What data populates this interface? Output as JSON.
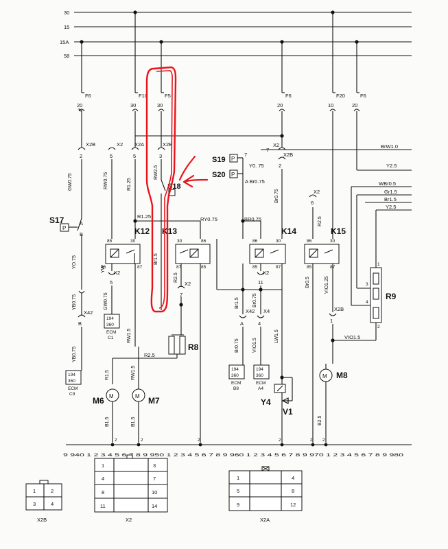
{
  "rails": [
    "30",
    "15",
    "15A",
    "58"
  ],
  "fuses": {
    "F6_a": {
      "name": "F6",
      "rating": "20"
    },
    "F10": {
      "name": "F10",
      "rating": "30"
    },
    "F5": {
      "name": "F5",
      "rating": "30"
    },
    "F6_b": {
      "name": "F6",
      "rating": "20"
    },
    "F20": {
      "name": "F20",
      "rating": "10"
    },
    "F6_c": {
      "name": "F6",
      "rating": "20"
    }
  },
  "connectors": {
    "x2b_1": "X2B",
    "x2b_1_pin": "2",
    "x2_1": "X2",
    "x2_1_pin": "5",
    "x2a_1": "X2A",
    "x2a_1_pin": "5",
    "x2b_2": "X2B",
    "x2b_2_pin": "3",
    "x2_top": "X2",
    "x2_top_pin": "7",
    "x2b_3": "X2B",
    "x2b_3_pin": "2",
    "x2_k15": "X2",
    "x2_k15_pin": "6",
    "x42_1": "X42",
    "x42_1_pin": "B",
    "x2_yw": "X2",
    "x2_yw_pin": "5",
    "x2_r8": "X2",
    "x2_r8_pin": "7",
    "x2_k14": "X2",
    "x2_k14_pin": "11",
    "x42_2": "X42",
    "x42_2_pin": "A",
    "x4": "X4",
    "x4_pin": "4",
    "x2b_m8": "X2B",
    "x2b_m8_pin": "1"
  },
  "components": {
    "S17": "S17",
    "S18": "S18",
    "S19": "S19",
    "S20": "S20",
    "K12": "K12",
    "K13": "K13",
    "K14": "K14",
    "K15": "K15",
    "R8": "R8",
    "R9": "R9",
    "M6": "M6",
    "M7": "M7",
    "M8": "M8",
    "Y4": "Y4",
    "V1": "V1",
    "sw_P": "P",
    "sw_A": "A",
    "sw_B": "B",
    "M": "M"
  },
  "wires": {
    "brw10": "BrW1.0",
    "y25": "Y2.5",
    "y075": "Y0. 75",
    "abr075": "A Br0.75",
    "gw075": "GW0.75",
    "rw075": "RW0.75",
    "r125": "R1.25",
    "rw25": "RW2.5",
    "br075": "Br0.75",
    "r125b": "R1.25",
    "ry075": "RY0.75",
    "br075b": "BR0.75",
    "r25": "R2.5",
    "wbr05": "WBr0.5",
    "gr15": "Gr1.5",
    "br15": "Br1.5",
    "y25b": "Y2.5",
    "yo075": "YO.75",
    "yb075": "YB0.75",
    "yb075b": "YB0.75",
    "yw": "YW",
    "gw075b": "GW0.75",
    "r15": "R1.5",
    "r25b": "R2.5",
    "rw15": "RW1.5",
    "r25c": "R2.5",
    "br15b": "Br1.5",
    "br075c": "Br0.75",
    "br075d": "Br0.75",
    "vio15": "VIO1.5",
    "lw15": "LW1.5",
    "vio125": "VIO1.25",
    "br05": "Br0.5",
    "vio15b": "VIO1.5",
    "r15m": "R1.5",
    "rw15m": "RW1.5",
    "b15a": "B1.5",
    "b15b": "B1.5",
    "b25": "B2.5",
    "r25k15": "R2.5"
  },
  "relay_pins": {
    "p85": "85",
    "p86": "86",
    "p30": "30",
    "p87": "87"
  },
  "ecm": {
    "c1_top": "194",
    "c1_mid": "360",
    "c1_name": "ECM",
    "c1_pin": "C1",
    "c9_top": "194",
    "c9_mid": "360",
    "c9_name": "ECM",
    "c9_pin": "C9",
    "b8_top": "194",
    "b8_mid": "360",
    "b8_name": "ECM",
    "b8_pin": "B8",
    "a4_top": "194",
    "a4_mid": "360",
    "a4_name": "ECM",
    "a4_pin": "A4"
  },
  "r9_pins": [
    "1",
    "3",
    "4",
    "2"
  ],
  "ground_scale": "9 940 1 2 3 4 5 6 7 8 9 950 1 2 3 4 5 6 7 8 9 960 1 2 3 4 5 6 7 8 9 970 1 2 3 4 5 6 7 8 9 980",
  "ground_pins": [
    "2",
    "2",
    "2",
    "2",
    "2",
    "2",
    "2"
  ],
  "plug_views": {
    "x2b": {
      "label": "X2B",
      "pins": [
        "1",
        "2",
        "3",
        "4"
      ]
    },
    "x2": {
      "label": "X2",
      "pins": [
        "1",
        "3",
        "4",
        "7",
        "8",
        "10",
        "11",
        "14"
      ]
    },
    "x2a": {
      "label": "X2A",
      "pins": [
        "1",
        "4",
        "5",
        "8",
        "9",
        "12"
      ]
    }
  },
  "annotation": {
    "color": "#e8141c"
  }
}
